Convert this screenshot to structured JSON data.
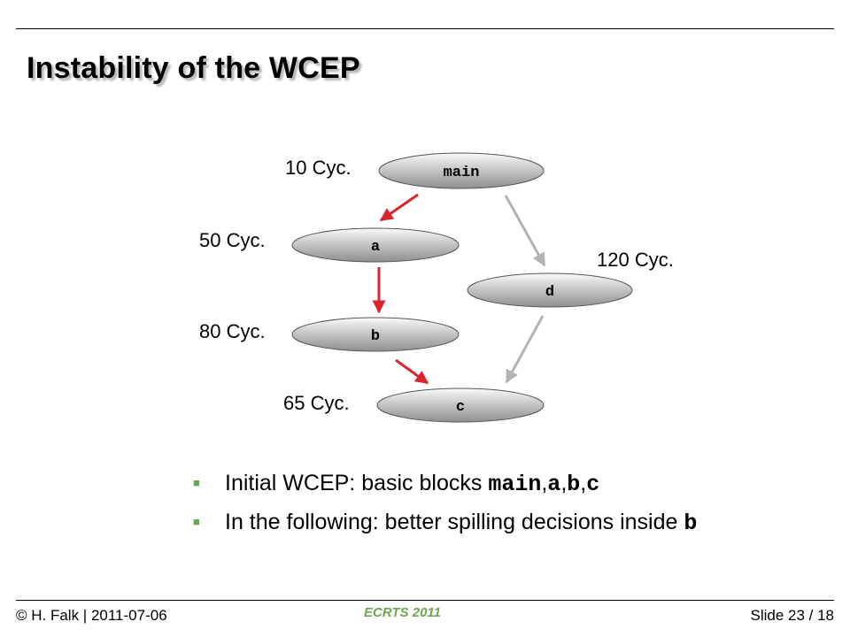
{
  "slide": {
    "title": "Instability of the WCEP"
  },
  "diagram": {
    "nodes": [
      {
        "id": "main",
        "label": "main",
        "cycles": "10 Cyc."
      },
      {
        "id": "a",
        "label": "a",
        "cycles": "50 Cyc."
      },
      {
        "id": "b",
        "label": "b",
        "cycles": "80 Cyc."
      },
      {
        "id": "c",
        "label": "c",
        "cycles": "65 Cyc."
      },
      {
        "id": "d",
        "label": "d",
        "cycles": "120 Cyc."
      }
    ],
    "edges": [
      {
        "from": "main",
        "to": "a",
        "color": "#d9252b",
        "wcep": true
      },
      {
        "from": "a",
        "to": "b",
        "color": "#d9252b",
        "wcep": true
      },
      {
        "from": "b",
        "to": "c",
        "color": "#d9252b",
        "wcep": true
      },
      {
        "from": "main",
        "to": "d",
        "color": "#b3b3b3",
        "wcep": false
      },
      {
        "from": "d",
        "to": "c",
        "color": "#b3b3b3",
        "wcep": false
      }
    ]
  },
  "bullets": [
    {
      "text": "Initial WCEP: basic blocks ",
      "code": [
        "main",
        "a",
        "b",
        "c"
      ]
    },
    {
      "text": "In the following: better spilling decisions inside ",
      "code": [
        "b"
      ]
    }
  ],
  "footer": {
    "author_date": "© H. Falk | 2011-07-06",
    "conference": "ECRTS 2011",
    "slide_number": "Slide 23 / 18"
  },
  "colors": {
    "accent": "#6aa84f",
    "wcep_edge": "#d9252b",
    "other_edge": "#b3b3b3"
  }
}
